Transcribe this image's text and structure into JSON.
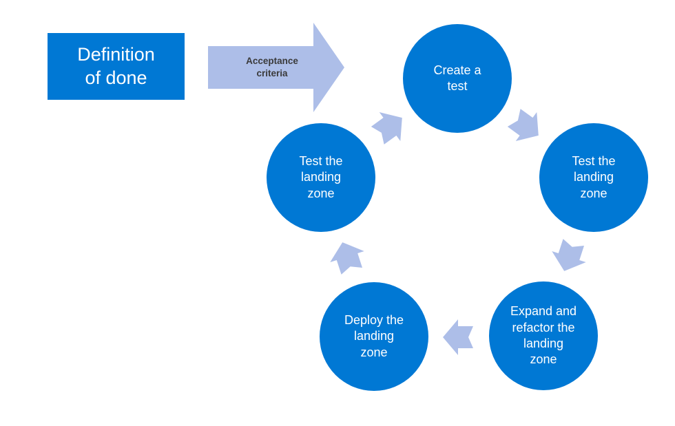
{
  "colors": {
    "primary_blue": "#0078D4",
    "arrow_fill": "#ADBEE8",
    "arrow_text": "#3A3A3A",
    "shape_text": "#FFFFFF"
  },
  "definition_box": {
    "label": "Definition\nof done"
  },
  "acceptance_arrow": {
    "label": "Acceptance\ncriteria"
  },
  "cycle": {
    "direction": "clockwise",
    "steps": [
      {
        "label": "Create a\ntest"
      },
      {
        "label": "Test the\nlanding\nzone"
      },
      {
        "label": "Expand and\nrefactor the\nlanding\nzone"
      },
      {
        "label": "Deploy the\nlanding\nzone"
      },
      {
        "label": "Test the\nlanding\nzone"
      }
    ]
  }
}
